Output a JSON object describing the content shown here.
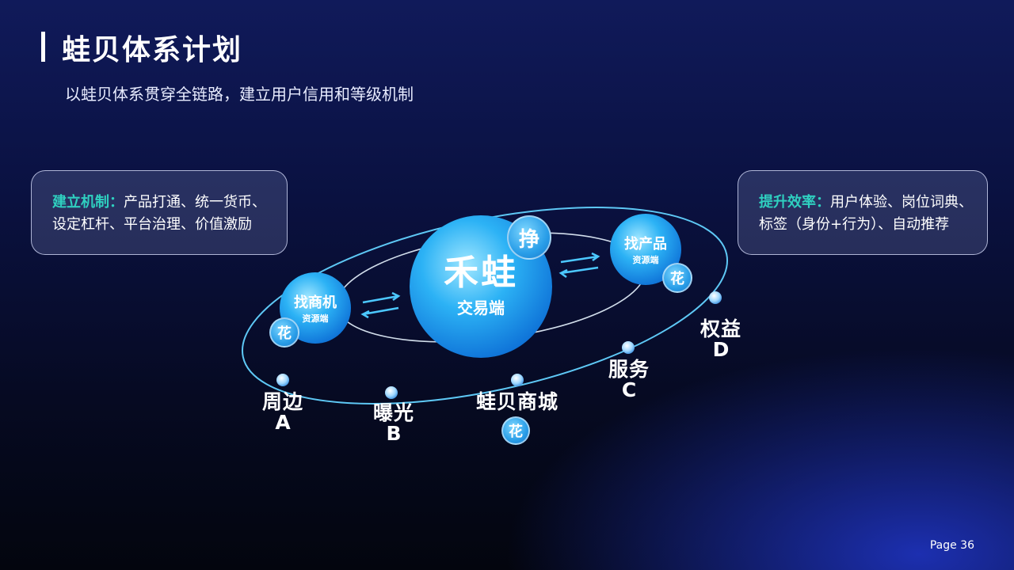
{
  "header": {
    "title": "蛙贝体系计划",
    "subtitle": "以蛙贝体系贯穿全链路，建立用户信用和等级机制"
  },
  "cards": {
    "left": {
      "highlight": "建立机制：",
      "text": "产品打通、统一货币、设定杠杆、平台治理、价值激励"
    },
    "right": {
      "highlight": "提升效率：",
      "text": "用户体验、岗位词典、标签（身份+行为）、自动推荐"
    }
  },
  "center": {
    "title": "禾蛙",
    "sub": "交易端",
    "badge": "挣"
  },
  "left_node": {
    "title": "找商机",
    "sub": "资源端",
    "badge": "花"
  },
  "right_node": {
    "title": "找产品",
    "sub": "资源端",
    "badge": "花"
  },
  "orbit_points": [
    {
      "name": "周边",
      "code": "A"
    },
    {
      "name": "曝光",
      "code": "B"
    },
    {
      "name": "蛙贝商城",
      "code": "",
      "badge": "花"
    },
    {
      "name": "服务",
      "code": "C"
    },
    {
      "name": "权益",
      "code": "D"
    }
  ],
  "footer": {
    "page": "Page 36"
  },
  "colors": {
    "accent": "#2fd0c0",
    "sphere": "#1e9bf0",
    "orbit": "#5ec8f5"
  }
}
